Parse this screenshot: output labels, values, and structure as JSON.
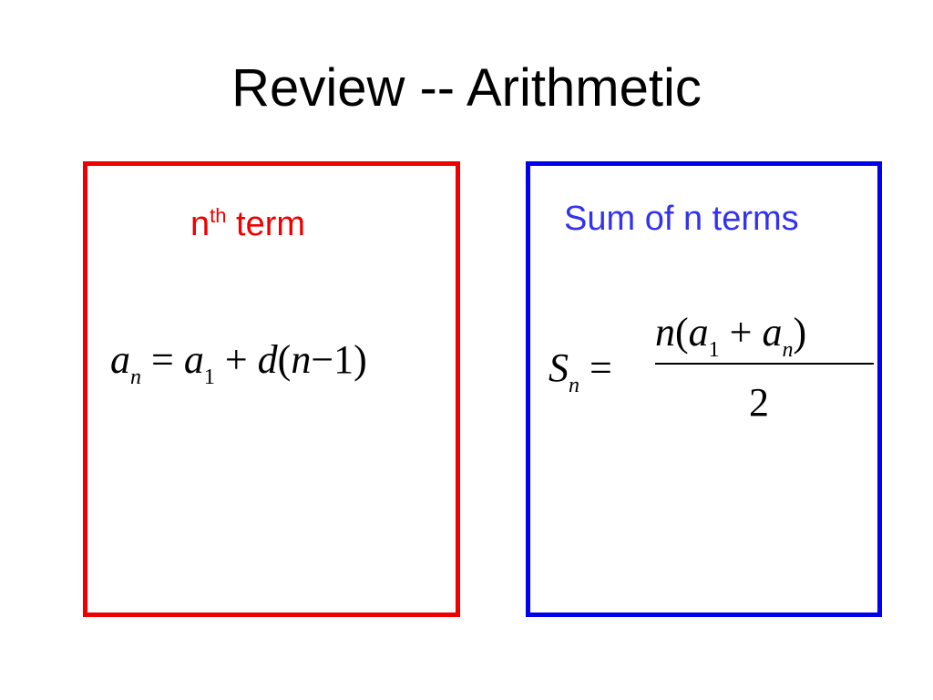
{
  "slide": {
    "title": "Review -- Arithmetic"
  },
  "colors": {
    "left_panel": "#ee0000",
    "right_panel": "#0000ee",
    "right_heading": "#3333ee",
    "text": "#000000"
  },
  "left_panel": {
    "heading_main": "n",
    "heading_sup": "th",
    "heading_rest": " term",
    "formula": {
      "lhs_var": "a",
      "lhs_sub": "n",
      "equals": " = ",
      "a": "a",
      "a_sub": "1",
      "plus": " + ",
      "d": "d",
      "open": "(",
      "n": "n",
      "minus": "−",
      "one": "1",
      "close": ")"
    }
  },
  "right_panel": {
    "heading": "Sum of n terms",
    "formula": {
      "lhs_var": "S",
      "lhs_sub": "n",
      "equals": " =",
      "num_n": "n",
      "num_open": "(",
      "num_a1": "a",
      "num_a1_sub": "1",
      "num_plus": " + ",
      "num_an": "a",
      "num_an_sub": "n",
      "num_close": ")",
      "denominator": "2"
    }
  }
}
